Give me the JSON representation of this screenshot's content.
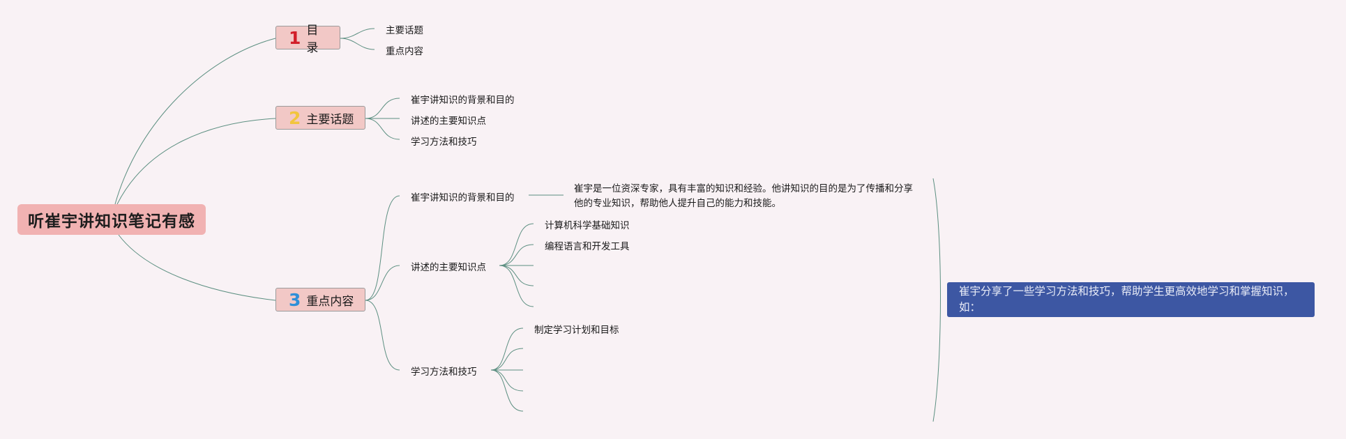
{
  "root": {
    "label": "听崔宇讲知识笔记有感"
  },
  "topics": [
    {
      "number": "1",
      "label": "目录",
      "number_color": "#d21f2a",
      "children": [
        "主要话题",
        "重点内容"
      ]
    },
    {
      "number": "2",
      "label": "主要话题",
      "number_color": "#f2c53d",
      "children": [
        "崔宇讲知识的背景和目的",
        "讲述的主要知识点",
        "学习方法和技巧"
      ]
    },
    {
      "number": "3",
      "label": "重点内容",
      "number_color": "#2f8fd8",
      "children": [
        "崔宇讲知识的背景和目的",
        "讲述的主要知识点",
        "学习方法和技巧"
      ]
    }
  ],
  "details": {
    "background_text": "崔宇是一位资深专家，具有丰富的知识和经验。他讲知识的目的是为了传播和分享他的专业知识，帮助他人提升自己的能力和技能。",
    "knowledge_points": [
      "计算机科学基础知识",
      "编程语言和开发工具",
      "",
      "",
      ""
    ],
    "methods": [
      "制定学习计划和目标",
      "",
      "",
      "",
      ""
    ]
  },
  "summary": {
    "callout_text": "崔宇分享了一些学习方法和技巧，帮助学生更高效地学习和掌握知识，如："
  },
  "colors": {
    "background": "#f9f2f5",
    "root_fill": "#f1b2b2",
    "topic_fill": "#f2c8c6",
    "connector": "#5c8f81",
    "callout_fill": "#3d57a3"
  }
}
